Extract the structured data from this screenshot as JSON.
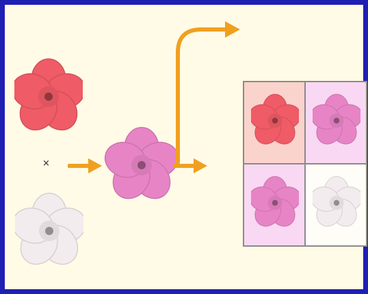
{
  "cross": {
    "symbol": "×",
    "parent_1": {
      "color": "red",
      "hex": "#ef5b66"
    },
    "parent_2": {
      "color": "white",
      "hex": "#f3ecef"
    }
  },
  "offspring": {
    "color": "pink",
    "hex": "#e784c6"
  },
  "punnett": {
    "cells": [
      {
        "flower_color": "red",
        "flower_hex": "#ef5b66",
        "bg": "#fad3cc"
      },
      {
        "flower_color": "pink",
        "flower_hex": "#e784c6",
        "bg": "#f9d8f3"
      },
      {
        "flower_color": "pink",
        "flower_hex": "#e784c6",
        "bg": "#f9d8f3"
      },
      {
        "flower_color": "white",
        "flower_hex": "#f3ecef",
        "bg": "#fffdf7"
      }
    ]
  },
  "colors": {
    "frame": "#1f1fb4",
    "background": "#fffbe6",
    "arrow": "#f0a020"
  },
  "icons": [
    "flower-icon",
    "arrow-right-icon",
    "elbow-arrow-icon"
  ]
}
